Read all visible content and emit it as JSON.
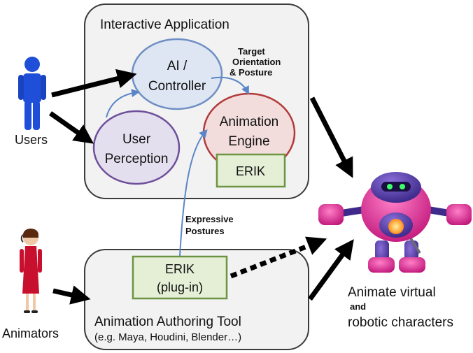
{
  "boxes": {
    "interactive_app": "Interactive Application",
    "authoring_tool": "Animation Authoring Tool",
    "authoring_examples": "(e.g. Maya, Houdini, Blender…)"
  },
  "nodes": {
    "ai_line1": "AI /",
    "ai_line2": "Controller",
    "perception_line1": "User",
    "perception_line2": "Perception",
    "engine_line1": "Animation",
    "engine_line2": "Engine",
    "erik_engine": "ERIK",
    "erik_plugin_line1": "ERIK",
    "erik_plugin_line2": "(plug-in)"
  },
  "annotations": {
    "target_line1": "Target",
    "target_line2": "Orientation",
    "target_line3": "& Posture",
    "expressive_line1": "Expressive",
    "expressive_line2": "Postures"
  },
  "actors": {
    "users": "Users",
    "animators": "Animators"
  },
  "output": {
    "line1": "Animate virtual",
    "line2": "and",
    "line3": "robotic characters"
  },
  "colors": {
    "user_figure": "#1f4fd8",
    "ai_fill": "#dde6f2",
    "ai_stroke": "#6f8fc4",
    "perception_fill": "#e4dfee",
    "perception_stroke": "#6e4f9a",
    "engine_fill": "#f2dcdc",
    "engine_stroke": "#b23a3a",
    "erik_fill": "#e4efd6",
    "erik_stroke": "#6d9440",
    "box_fill": "#f2f2f2",
    "box_stroke": "#3c3c3c",
    "flow_arrow": "#5a86c8"
  }
}
